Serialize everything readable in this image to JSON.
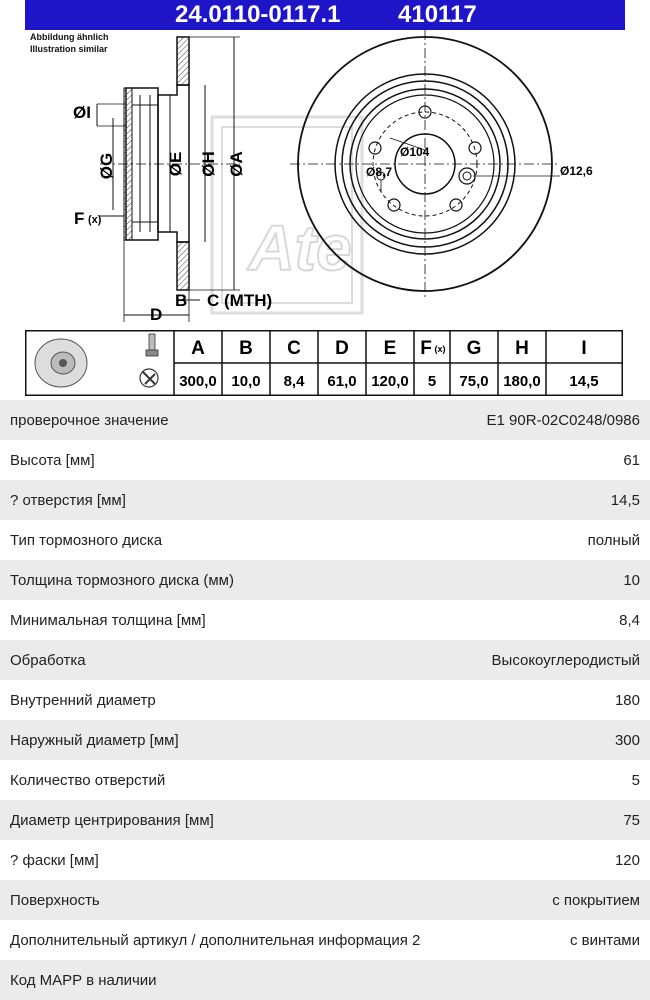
{
  "header": {
    "part_number": "24.0110-0117.1",
    "code": "410117",
    "note_de": "Abbildung ähnlich",
    "note_en": "Illustration similar"
  },
  "drawing": {
    "labels": {
      "dia_i": "ØI",
      "dia_g": "ØG",
      "dia_e": "ØE",
      "dia_h": "ØH",
      "dia_a": "ØA",
      "f": "F",
      "f_sub": "(x)",
      "b": "B",
      "c": "C (MTH)",
      "d": "D",
      "pcd": "Ø104",
      "hole_small": "Ø8,7",
      "hole_large": "Ø12,6"
    },
    "colors": {
      "line": "#111111",
      "hatch": "#444444",
      "watermark": "#d9d9d9",
      "brand_band": "#1e14c8"
    }
  },
  "dim_table": {
    "headers": [
      "A",
      "B",
      "C",
      "D",
      "E",
      "F",
      "G",
      "H",
      "I"
    ],
    "f_sub": "(x)",
    "values": [
      "300,0",
      "10,0",
      "8,4",
      "61,0",
      "120,0",
      "5",
      "75,0",
      "180,0",
      "14,5"
    ],
    "icons": [
      "brake-disc-icon",
      "bolt-icon",
      "wrench-icon"
    ]
  },
  "specs": [
    {
      "label": "проверочное значение",
      "value": "E1 90R-02C0248/0986"
    },
    {
      "label": "Высота [мм]",
      "value": "61"
    },
    {
      "label": "? отверстия [мм]",
      "value": "14,5"
    },
    {
      "label": "Тип тормозного диска",
      "value": "полный"
    },
    {
      "label": "Толщина тормозного диска (мм)",
      "value": "10"
    },
    {
      "label": "Минимальная толщина [мм]",
      "value": "8,4"
    },
    {
      "label": "Обработка",
      "value": "Высокоуглеродистый"
    },
    {
      "label": "Внутренний диаметр",
      "value": "180"
    },
    {
      "label": "Наружный диаметр [мм]",
      "value": "300"
    },
    {
      "label": "Количество отверстий",
      "value": "5"
    },
    {
      "label": "Диаметр центрирования [мм]",
      "value": "75"
    },
    {
      "label": "? фаски [мм]",
      "value": "120"
    },
    {
      "label": "Поверхность",
      "value": "с покрытием"
    },
    {
      "label": "Дополнительный артикул / дополнительная информация 2",
      "value": "с винтами"
    },
    {
      "label": "Код MAPP в наличии",
      "value": ""
    }
  ]
}
